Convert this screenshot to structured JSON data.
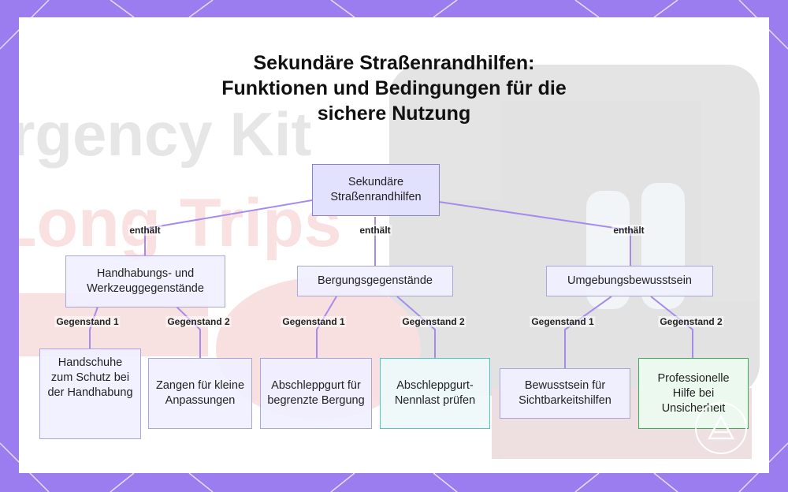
{
  "title": {
    "line1": "Sekundäre Straßenrandhilfen:",
    "line2": "Funktionen und Bedingungen für die",
    "line3": "sichere Nutzung"
  },
  "nodes": {
    "root": "Sekundäre Straßenrandhilfen",
    "handling": "Handhabungs- und Werkzeuggegenstände",
    "recovery": "Bergungsgegenstände",
    "awareness": "Umgebungsbewusstsein",
    "gloves": "Handschuhe zum Schutz bei der Handhabung",
    "pliers": "Zangen für kleine Anpassungen",
    "strap": "Abschleppgurt für begrenzte Bergung",
    "strap_check": "Abschleppgurt-Nennlast prüfen",
    "visibility": "Bewusstsein für Sichtbarkeitshilfen",
    "professional": "Professionelle Hilfe bei Unsicherheit"
  },
  "edge_labels": {
    "contains": "enthält",
    "item1": "Gegenstand 1",
    "item2": "Gegenstand 2"
  },
  "background_text": {
    "line1": "rgency Kit",
    "line2": "Long Trips"
  },
  "colors": {
    "frame": "#9b7df0",
    "edge": "#a78bec",
    "node_border": "#a9a6dd",
    "teal_border": "#53c8c0",
    "green_border": "#45a85a"
  }
}
